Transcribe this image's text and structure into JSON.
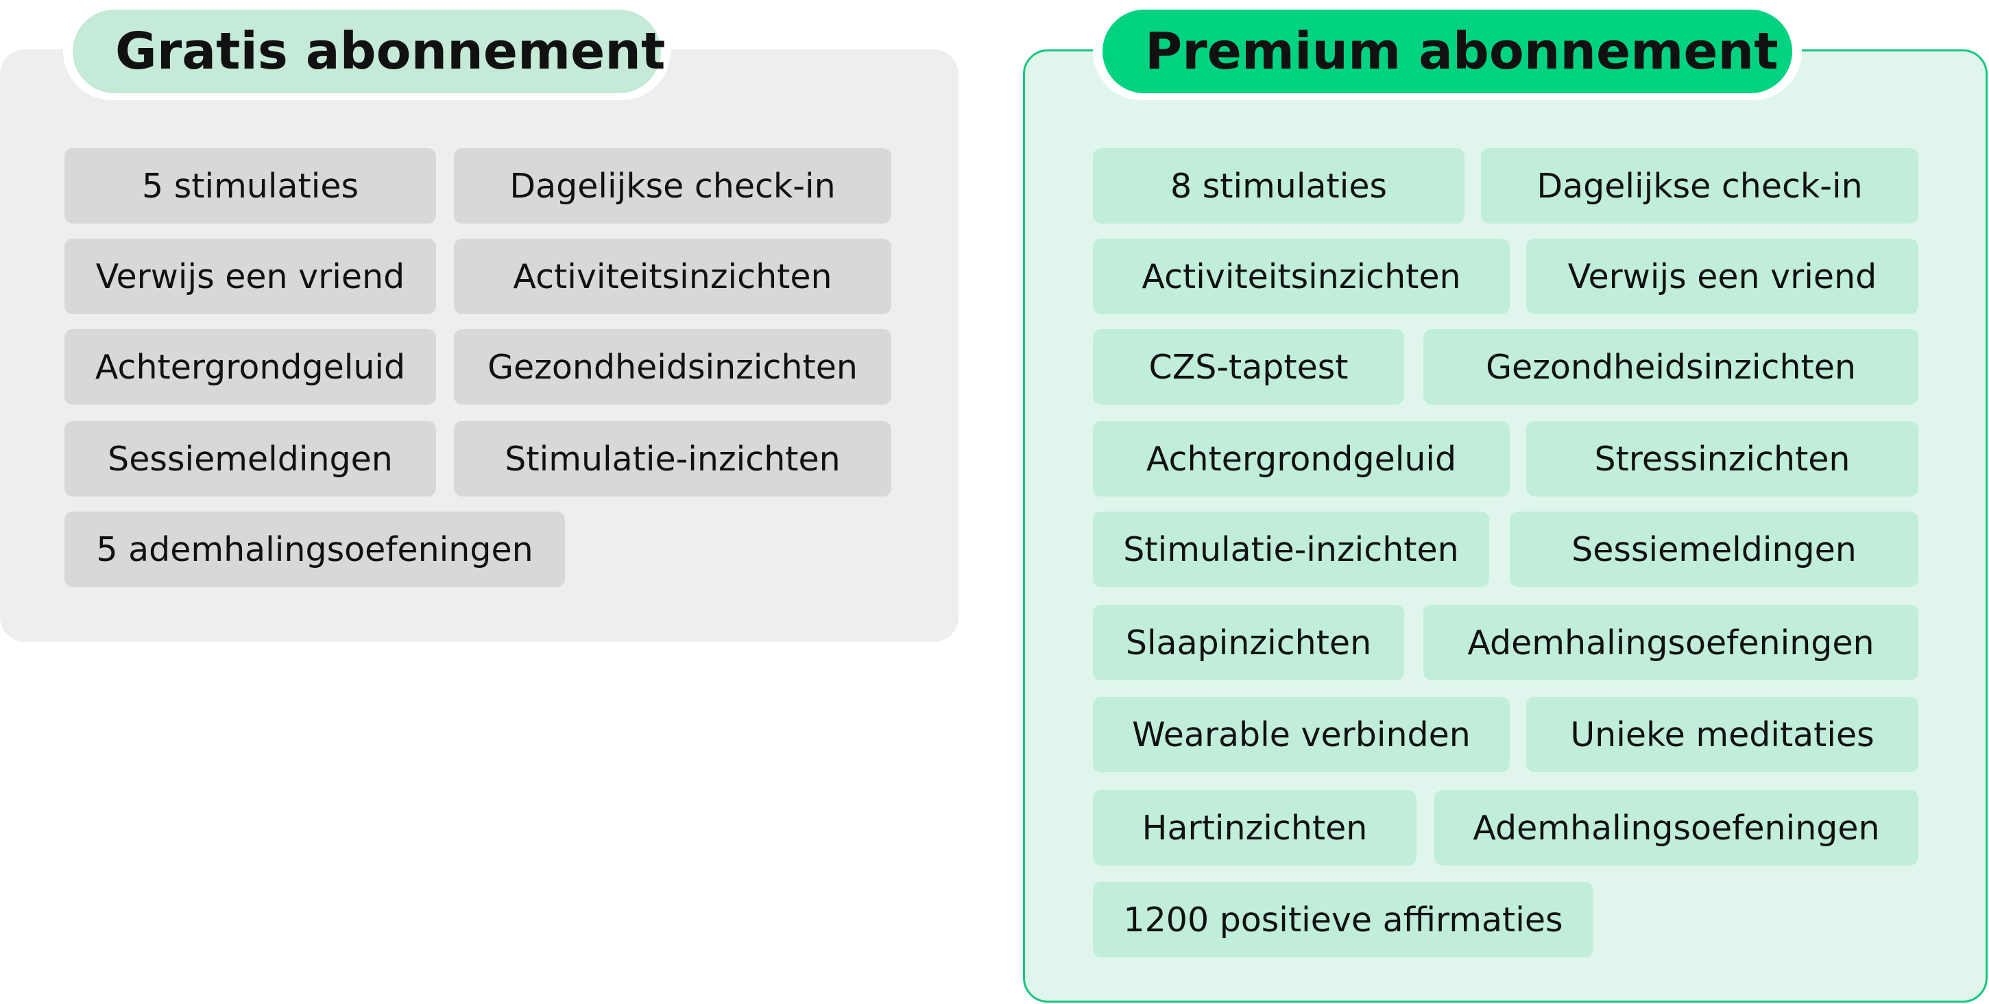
{
  "free_plan": {
    "title": "Gratis abonnement",
    "features": [
      "5 stimulaties",
      "Dagelijkse check-in",
      "Verwijs een vriend",
      "Activiteitsinzichten",
      "Achtergrondgeluid",
      "Gezondheidsinzichten",
      "Sessiemeldingen",
      "Stimulatie-inzichten",
      "5 ademhalingsoefeningen"
    ]
  },
  "premium_plan": {
    "title": "Premium abonnement",
    "features": [
      "8 stimulaties",
      "Dagelijkse check-in",
      "Activiteitsinzichten",
      "Verwijs een vriend",
      "CZS-taptest",
      "Gezondheidsinzichten",
      "Achtergrondgeluid",
      "Stressinzichten",
      "Stimulatie-inzichten",
      "Sessiemeldingen",
      "Slaapinzichten",
      "Ademhalingsoefeningen",
      "Wearable verbinden",
      "Unieke meditaties",
      "Hartinzichten",
      "Ademhalingsoefeningen",
      "1200 positieve affirmaties"
    ]
  },
  "colors": {
    "free_panel": "#eeeeee",
    "free_chip": "#d8d8d8",
    "free_title": "#c6ead8",
    "premium_panel": "#e0f6ec",
    "premium_border": "#16c77e",
    "premium_chip": "#c0eedb",
    "premium_title": "#02d381"
  }
}
